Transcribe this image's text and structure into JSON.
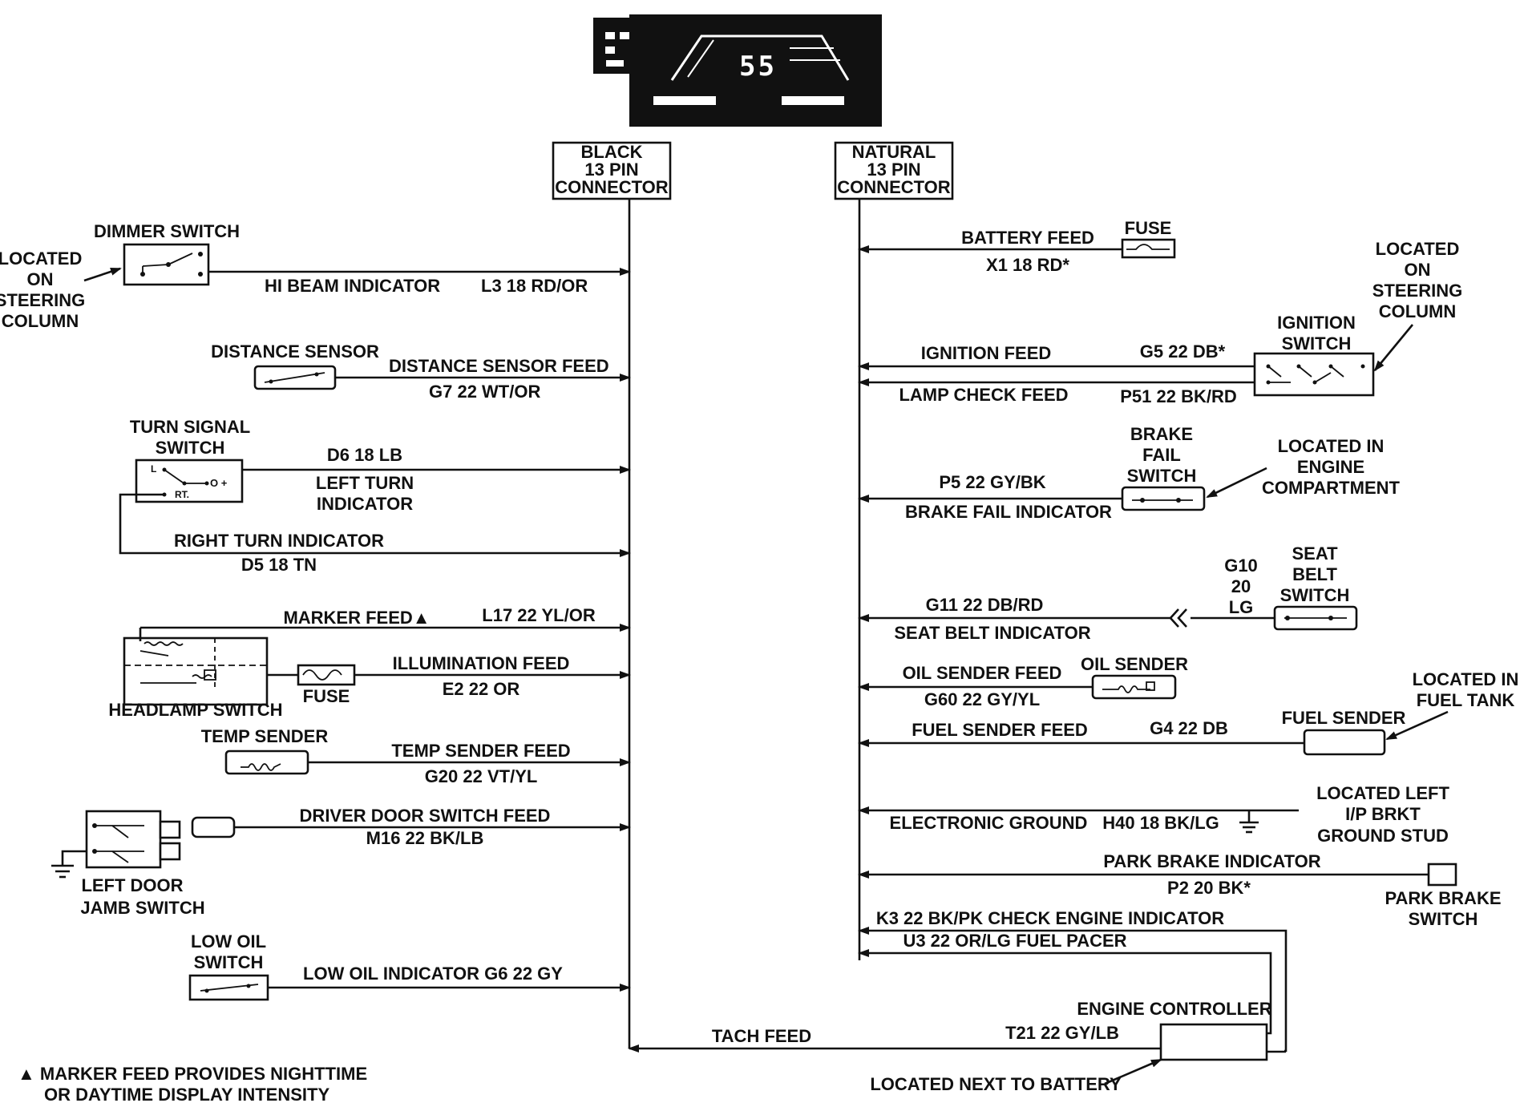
{
  "connectors": {
    "black": [
      "BLACK",
      "13 PIN",
      "CONNECTOR"
    ],
    "natural": [
      "NATURAL",
      "13 PIN",
      "CONNECTOR"
    ]
  },
  "left": {
    "located_steering": [
      "LOCATED",
      "ON",
      "STEERING",
      "COLUMN"
    ],
    "dimmer_switch": "DIMMER SWITCH",
    "hi_beam_indicator": "HI BEAM INDICATOR",
    "hi_beam_wire": "L3 18 RD/OR",
    "distance_sensor": "DISTANCE SENSOR",
    "distance_sensor_feed": "DISTANCE SENSOR FEED",
    "distance_sensor_wire": "G7 22 WT/OR",
    "turn_signal_switch": [
      "TURN SIGNAL",
      "SWITCH"
    ],
    "turn_switch_l": "L",
    "turn_switch_rt": "RT.",
    "turn_switch_o": "O +",
    "left_turn_wire": "D6 18 LB",
    "left_turn_indicator": [
      "LEFT TURN",
      "INDICATOR"
    ],
    "right_turn_indicator": "RIGHT TURN INDICATOR",
    "right_turn_wire": "D5 18 TN",
    "marker_feed": "MARKER FEED▲",
    "marker_wire": "L17 22 YL/OR",
    "illumination_feed": "ILLUMINATION FEED",
    "illumination_wire": "E2 22 OR",
    "fuse": "FUSE",
    "headlamp_switch": "HEADLAMP SWITCH",
    "temp_sender": "TEMP SENDER",
    "temp_sender_feed": "TEMP SENDER FEED",
    "temp_sender_wire": "G20 22 VT/YL",
    "driver_door_feed": "DRIVER DOOR SWITCH FEED",
    "driver_door_wire": "M16 22 BK/LB",
    "left_door_jamb": [
      "LEFT DOOR",
      "JAMB SWITCH"
    ],
    "low_oil_switch": [
      "LOW OIL",
      "SWITCH"
    ],
    "low_oil_indicator": "LOW OIL INDICATOR G6 22 GY",
    "tach_feed": "TACH FEED",
    "tach_wire": "T21 22 GY/LB",
    "footnote": [
      "▲  MARKER FEED PROVIDES NIGHTTIME",
      "OR DAYTIME DISPLAY INTENSITY"
    ]
  },
  "right": {
    "battery_feed": "BATTERY FEED",
    "battery_wire": "X1 18 RD*",
    "fuse": "FUSE",
    "located_steering": [
      "LOCATED",
      "ON",
      "STEERING",
      "COLUMN"
    ],
    "ignition_switch": [
      "IGNITION",
      "SWITCH"
    ],
    "ignition_feed": "IGNITION FEED",
    "ignition_wire": "G5 22 DB*",
    "lamp_check_feed": "LAMP CHECK FEED",
    "lamp_check_wire": "P51 22 BK/RD",
    "brake_fail_switch": [
      "BRAKE",
      "FAIL",
      "SWITCH"
    ],
    "located_engine": [
      "LOCATED IN",
      "ENGINE",
      "COMPARTMENT"
    ],
    "brake_fail_wire": "P5 22 GY/BK",
    "brake_fail_indicator": "BRAKE FAIL INDICATOR",
    "seat_belt_switch": [
      "SEAT",
      "BELT",
      "SWITCH"
    ],
    "seat_belt_switch_wire": [
      "G10",
      "20",
      "LG"
    ],
    "seat_belt_wire": "G11 22 DB/RD",
    "seat_belt_indicator": "SEAT BELT INDICATOR",
    "oil_sender_feed": "OIL SENDER FEED",
    "oil_sender": "OIL SENDER",
    "oil_sender_wire": "G60 22 GY/YL",
    "located_fuel_tank": [
      "LOCATED IN",
      "FUEL TANK"
    ],
    "fuel_sender": "FUEL SENDER",
    "fuel_sender_feed": "FUEL SENDER FEED",
    "fuel_sender_wire": "G4 22 DB",
    "located_ground": [
      "LOCATED LEFT",
      "I/P BRKT",
      "GROUND STUD"
    ],
    "electronic_ground": "ELECTRONIC GROUND",
    "ground_wire": "H40 18 BK/LG",
    "park_brake_indicator": "PARK BRAKE INDICATOR",
    "park_brake_wire": "P2 20 BK*",
    "park_brake_switch": [
      "PARK BRAKE",
      "SWITCH"
    ],
    "check_engine": "K3 22 BK/PK CHECK ENGINE INDICATOR",
    "fuel_pacer": "U3 22 OR/LG FUEL PACER",
    "engine_controller": "ENGINE CONTROLLER",
    "located_battery": "LOCATED NEXT TO BATTERY"
  },
  "cluster_display": "55"
}
